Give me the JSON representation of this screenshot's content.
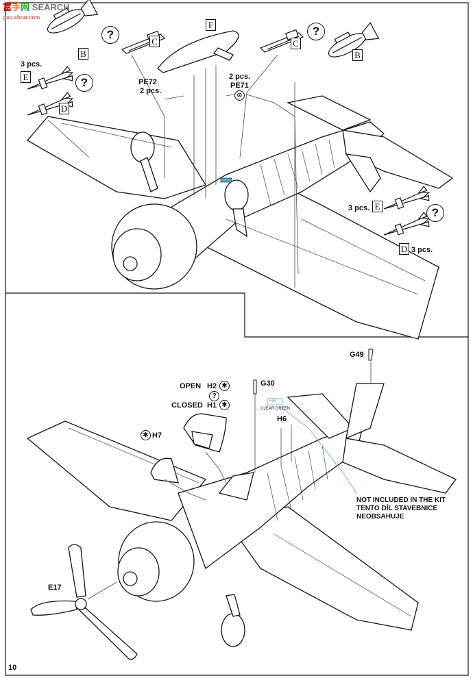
{
  "watermark": {
    "text": "SEARCH",
    "site": "gao.shou.com"
  },
  "page_number": "10",
  "top_section": {
    "callout_b_left": "B",
    "callout_c_left": "C",
    "callout_f": "F",
    "callout_c_right": "C",
    "callout_b_right": "B",
    "qty_e_left": "3 pcs.",
    "callout_e_left": "E",
    "callout_d_left": "D",
    "pe72_label": "PE72",
    "pe72_qty": "2 pcs.",
    "pe71_qty": "2 pcs.",
    "pe71_label": "PE71",
    "qty_e_right": "3 pcs.",
    "callout_e_right": "E",
    "callout_d_right": "D",
    "qty_d_right": "3 pcs.",
    "question_mark": "?"
  },
  "bottom_section": {
    "g49": "G49",
    "open_label": "OPEN",
    "h2_label": "H2",
    "closed_label": "CLOSED",
    "h1_label": "H1",
    "g30": "G30",
    "h54_label": "H54",
    "clear_green": "CLEAR GREEN",
    "h6": "H6",
    "h7": "H7",
    "note_line1": "NOT INCLUDED IN THE KIT",
    "note_line2": "TENTO DÍL STAVEBNICE",
    "note_line3": "NEOBSAHUJE",
    "e17": "E17"
  },
  "colors": {
    "ink": "#111111",
    "guide": "#444444",
    "clear_part": "#5aa9d6",
    "background": "#ffffff"
  }
}
